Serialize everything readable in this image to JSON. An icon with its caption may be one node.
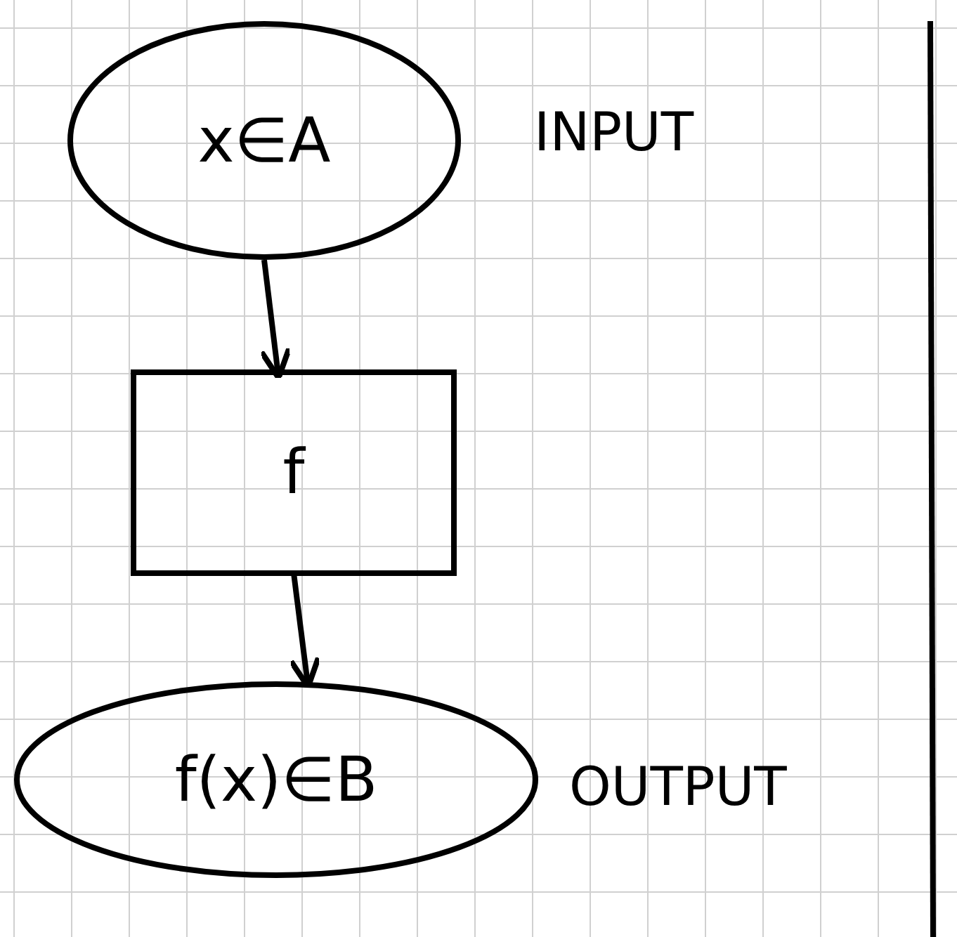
{
  "diagram": {
    "nodes": [
      {
        "text": [
          "x∈A"
        ],
        "beside": [
          "INPUT"
        ]
      },
      {
        "text": [
          "f"
        ]
      },
      {
        "text": [
          "f(x)∈B"
        ],
        "beside": [
          "OUTPUT"
        ]
      }
    ],
    "edges": [
      {
        "from": 0,
        "to": 1,
        "arrow": "to"
      },
      {
        "from": 1,
        "to": 2,
        "arrow": "to"
      }
    ]
  }
}
